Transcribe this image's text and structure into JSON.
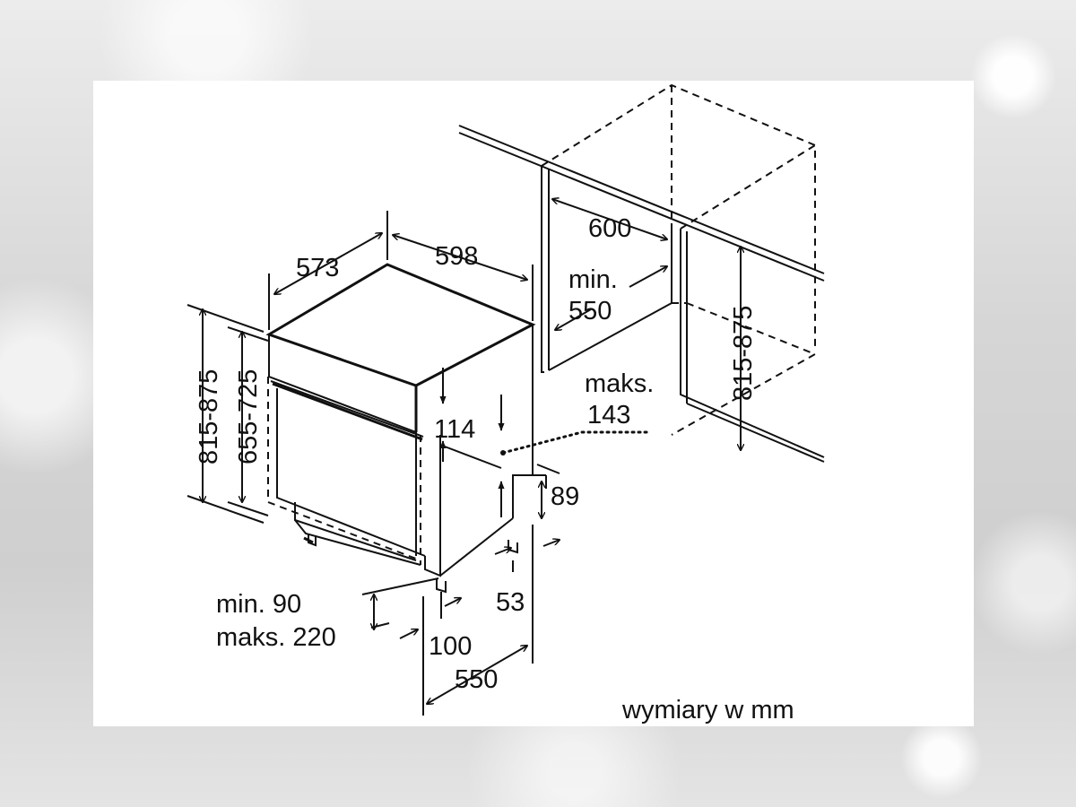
{
  "labels": {
    "depth": "573",
    "width": "598",
    "niche_width": "600",
    "niche_depth_prefix": "min.",
    "niche_depth_value": "550",
    "niche_height": "815-875",
    "height_total": "815-875",
    "height_body": "655-725",
    "panel_height": "114",
    "pipe_prefix": "maks.",
    "pipe_value": "143",
    "plinth_gap": "89",
    "foot_offset": "53",
    "plinth_prefix": "min. 90",
    "plinth_value": "maks. 220",
    "foot_front": "100",
    "base_depth": "550",
    "units_note": "wymiary w mm"
  }
}
